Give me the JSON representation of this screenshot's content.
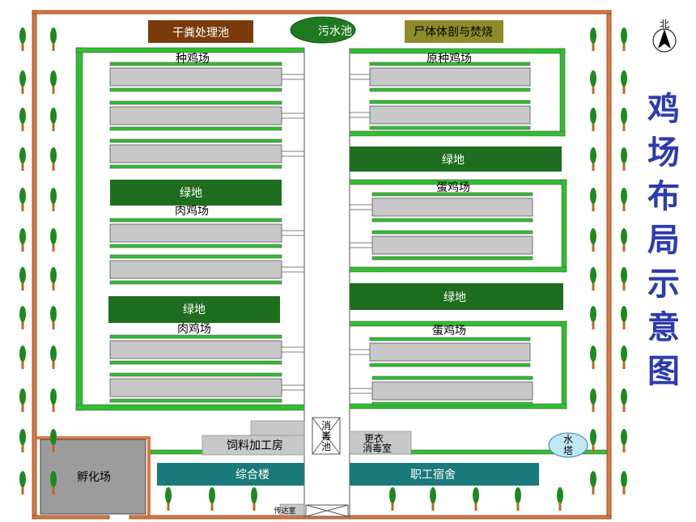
{
  "title": "鸡场布局示意图",
  "title_chars": [
    "鸡",
    "场",
    "布",
    "局",
    "示",
    "意",
    "图"
  ],
  "compass": {
    "label": "北"
  },
  "labels": {
    "dung": "干粪处理池",
    "sewage": "污水池",
    "carcass": "尸体体剖与焚烧",
    "breeder": "种鸡场",
    "grand_breeder": "原种鸡场",
    "green1": "绿地",
    "green2": "绿地",
    "green3": "绿地",
    "green4": "绿地",
    "broiler1": "肉鸡场",
    "broiler2": "肉鸡场",
    "layer1": "蛋鸡场",
    "layer2": "蛋鸡场",
    "disinfect": "消毒池",
    "feed": "饲料加工房",
    "changing_l1": "更衣",
    "changing_l2": "消毒室",
    "water_l1": "水",
    "water_l2": "塔",
    "hatchery": "孵化场",
    "complex": "综合楼",
    "dorm": "职工宿舍",
    "gate": "传达室"
  },
  "colors": {
    "wall": "#e07840",
    "dung_pit": "#7a3b0c",
    "sewage": "#1f7a1f",
    "carcass": "#8f8a2a",
    "green": "#1f6e1f",
    "strip": "#2ec02e",
    "house": "#c8c8c8",
    "teal": "#1a7a7a",
    "water_tower": "#bfe8f2",
    "title": "#2c3bb0",
    "tree_crown": "#1e8a1e",
    "tree_trunk": "#c0671e"
  }
}
